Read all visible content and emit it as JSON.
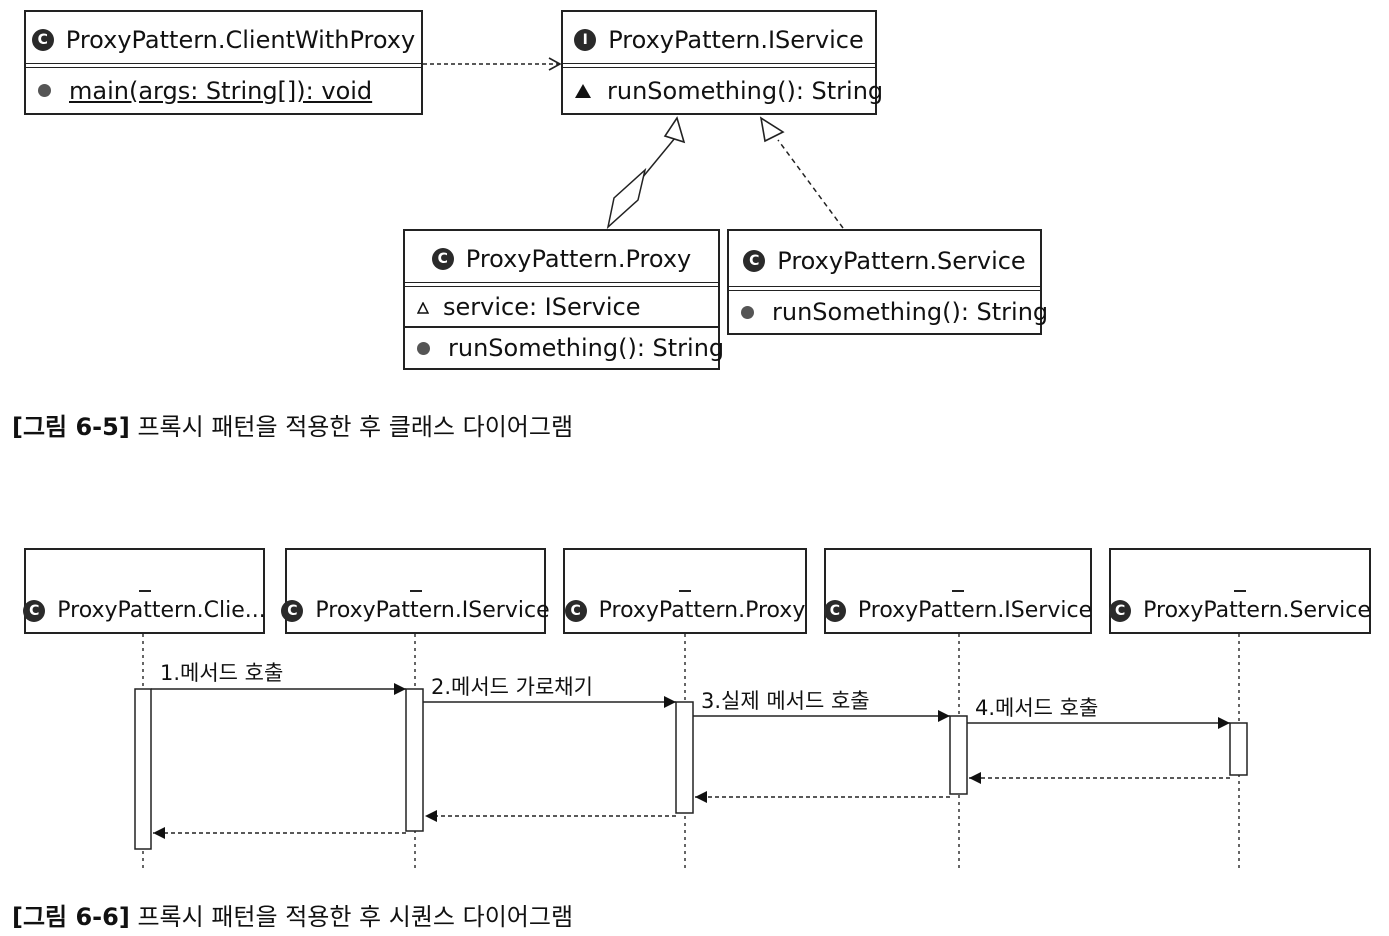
{
  "class_diagram": {
    "client": {
      "badge": "C",
      "name": "ProxyPattern.ClientWithProxy",
      "operation": "main(args: String[]): void"
    },
    "iservice": {
      "badge": "I",
      "name": "ProxyPattern.IService",
      "operation": "runSomething(): String"
    },
    "proxy": {
      "badge": "C",
      "name": "ProxyPattern.Proxy",
      "attribute": "service: IService",
      "operation": "runSomething(): String"
    },
    "service": {
      "badge": "C",
      "name": "ProxyPattern.Service",
      "operation": "runSomething(): String"
    },
    "caption_num": "[그림 6-5]",
    "caption_text": "프록시 패턴을 적용한 후 클래스 다이어그램"
  },
  "sequence_diagram": {
    "lifelines": [
      {
        "badge": "C",
        "name": "ProxyPattern.Clie..."
      },
      {
        "badge": "C",
        "name": "ProxyPattern.IService"
      },
      {
        "badge": "C",
        "name": "ProxyPattern.Proxy"
      },
      {
        "badge": "C",
        "name": "ProxyPattern.IService"
      },
      {
        "badge": "C",
        "name": "ProxyPattern.Service"
      }
    ],
    "messages": [
      "1.메서드 호출",
      "2.메서드 가로채기",
      "3.실제 메서드 호출",
      "4.메서드 호출"
    ],
    "caption_num": "[그림 6-6]",
    "caption_text": "프록시 패턴을 적용한 후 시퀀스 다이어그램"
  }
}
